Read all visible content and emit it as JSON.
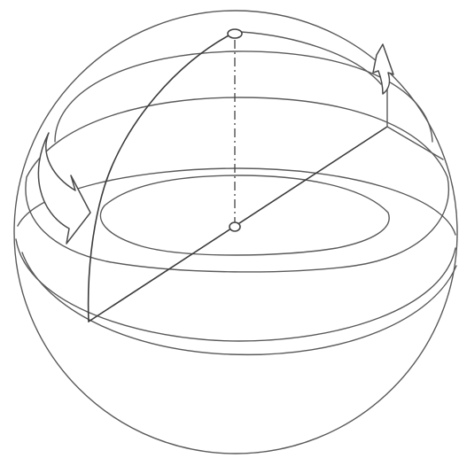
{
  "diagram": {
    "elements": [
      "sphere-outline",
      "equator-ellipse",
      "upper-latitude-ellipse",
      "inner-rotation-ellipse",
      "lower-latitude-ellipse",
      "great-circle-arc",
      "vertical-rotation-axis",
      "diagonal-chord",
      "rotation-arrow-left",
      "rotation-arrow-right",
      "top-pivot-point",
      "center-pivot-point"
    ],
    "colors": {
      "background": "#ffffff",
      "line": "#5a5a5a",
      "line_dark": "#3c3c3c"
    }
  }
}
